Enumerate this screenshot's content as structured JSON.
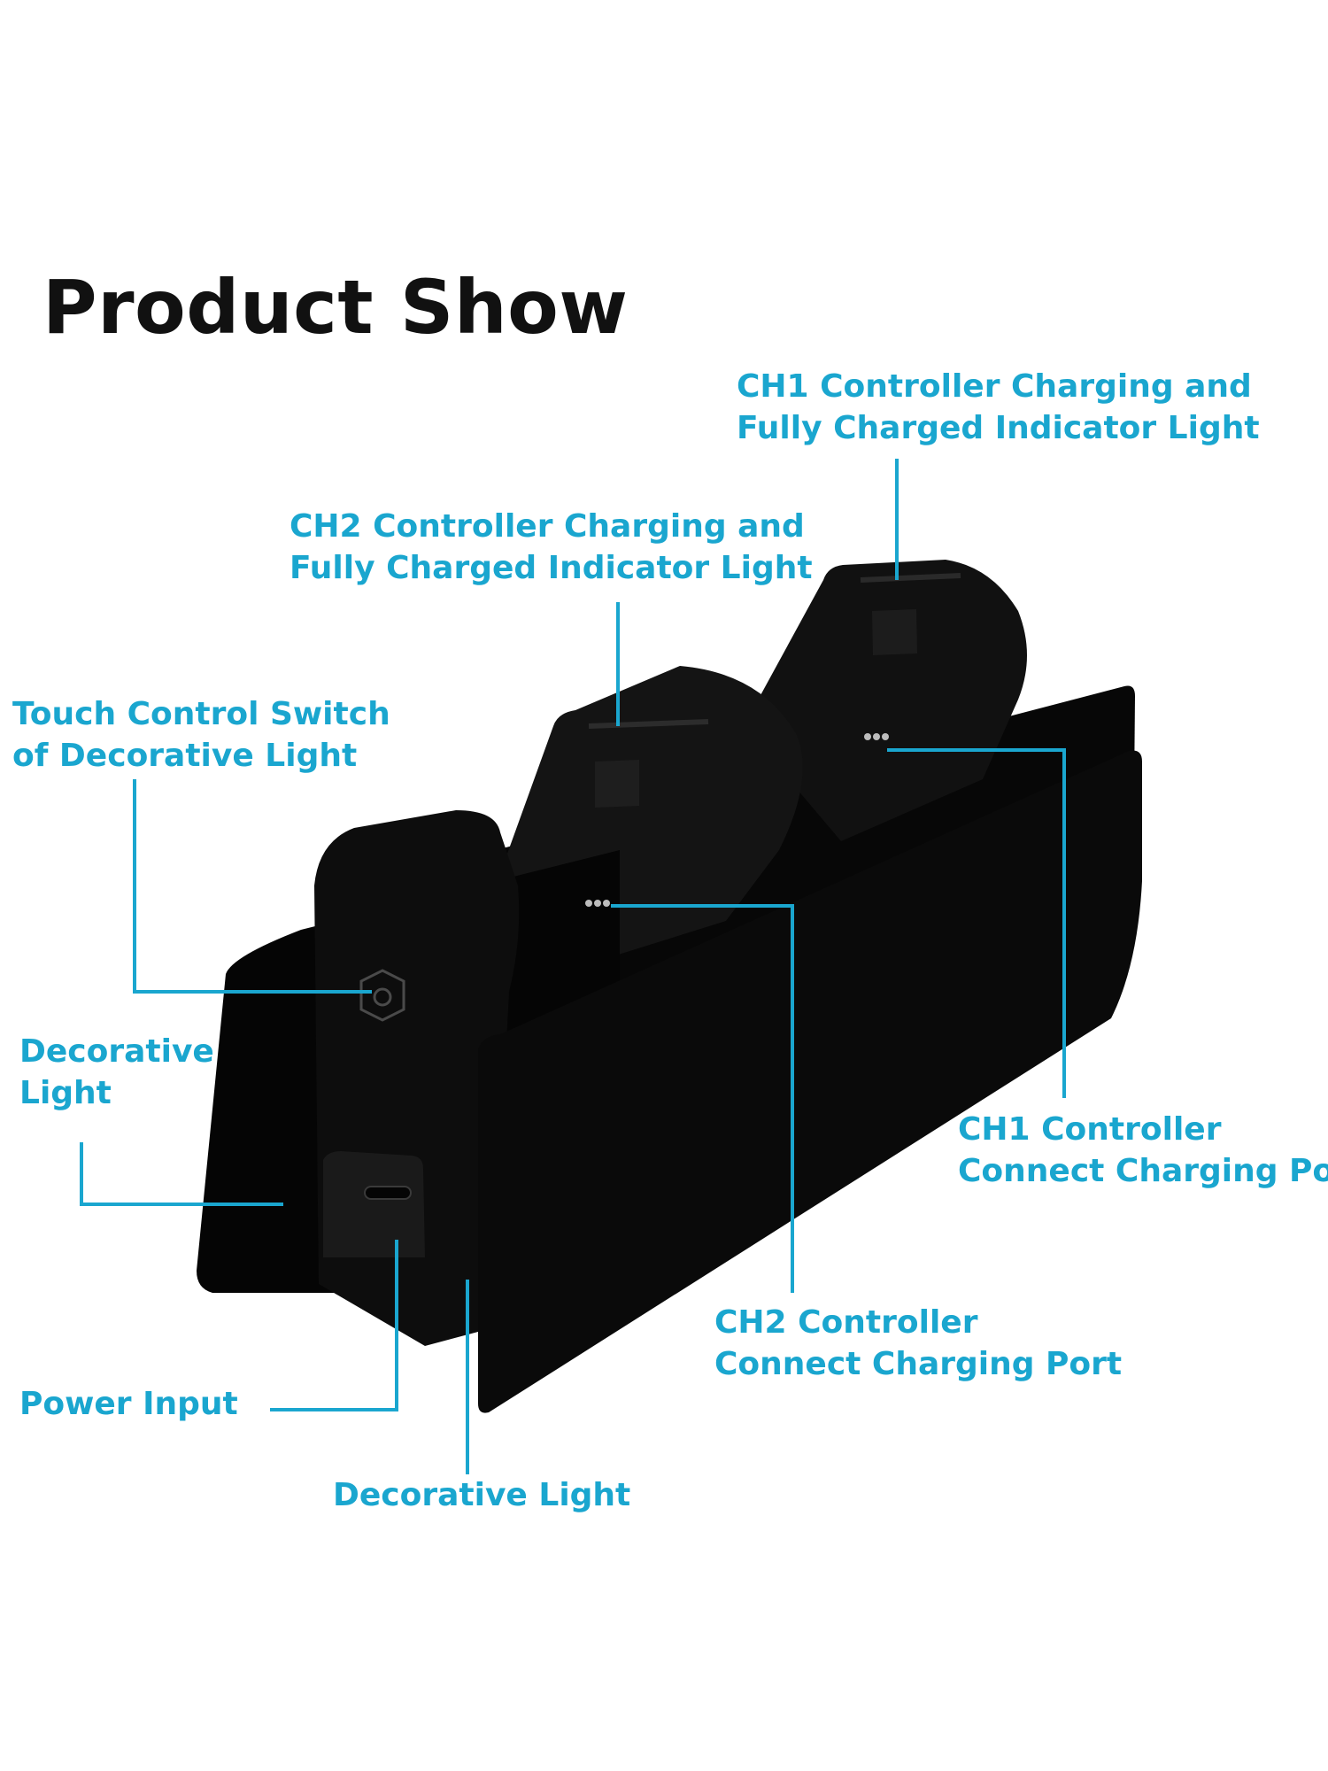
{
  "title": "Product Show",
  "accent_color": "#1aa6cf",
  "product_color": "#0b0b0b",
  "callouts": {
    "ch1_indicator": {
      "line1": "CH1 Controller Charging and",
      "line2": "Fully Charged Indicator Light"
    },
    "ch2_indicator": {
      "line1": "CH2 Controller Charging and",
      "line2": "Fully Charged Indicator Light"
    },
    "touch_switch": {
      "line1": "Touch Control Switch",
      "line2": "of Decorative Light"
    },
    "decorative_left": {
      "line1": "Decorative",
      "line2": "Light"
    },
    "ch1_port": {
      "line1": "CH1 Controller",
      "line2": "Connect Charging Port"
    },
    "ch2_port": {
      "line1": "CH2 Controller",
      "line2": "Connect Charging Port"
    },
    "power_input": {
      "line1": "Power Input"
    },
    "decorative_bottom": {
      "line1": "Decorative Light"
    }
  }
}
